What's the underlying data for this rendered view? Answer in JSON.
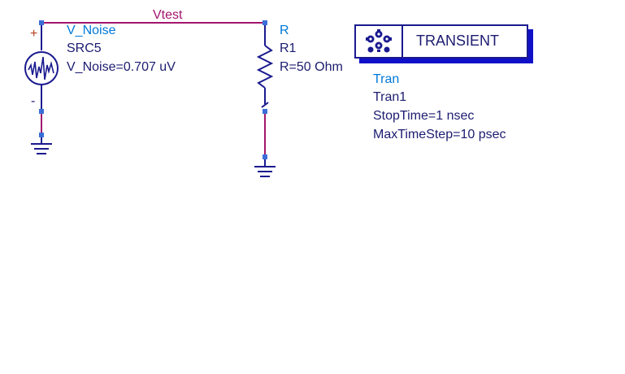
{
  "wire_label": "Vtest",
  "source": {
    "type_label": "V_Noise",
    "instance": "SRC5",
    "param": "V_Noise=0.707 uV",
    "plus_sign": "+",
    "minus_sign": "-"
  },
  "resistor": {
    "type_label": "R",
    "instance": "R1",
    "param": "R=50 Ohm"
  },
  "transient": {
    "box_title": "TRANSIENT",
    "type_label": "Tran",
    "instance": "Tran1",
    "stop_time": "StopTime=1 nsec",
    "max_step": "MaxTimeStep=10 psec",
    "icon": "gear-cluster-icon"
  },
  "colors": {
    "wire": "#a1166d",
    "component": "#1a1a8f",
    "label_type": "#0078d7",
    "label_text": "#1c1c70",
    "pin": "#3a6fd8"
  }
}
